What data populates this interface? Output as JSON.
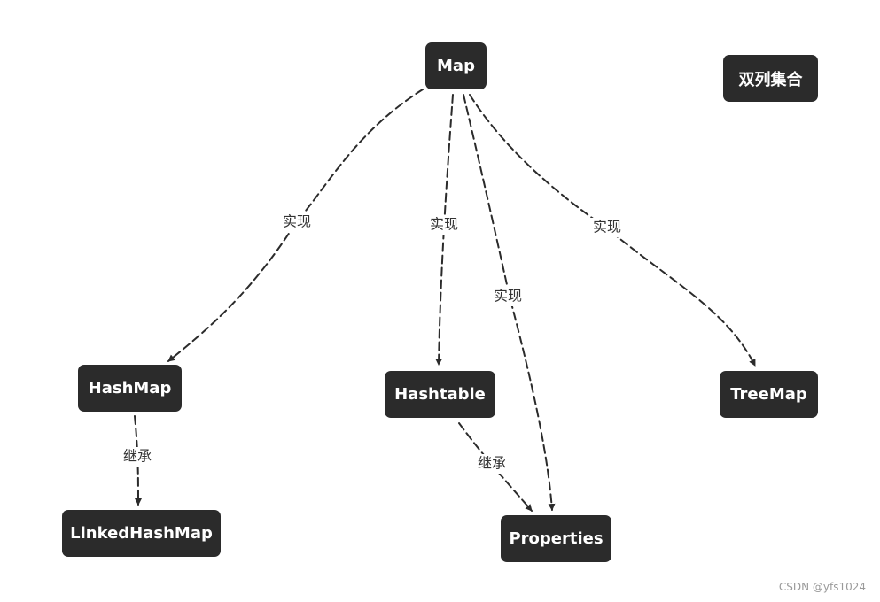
{
  "diagram": {
    "nodes": {
      "map": "Map",
      "title": "双列集合",
      "hashmap": "HashMap",
      "hashtable": "Hashtable",
      "treemap": "TreeMap",
      "linkedhashmap": "LinkedHashMap",
      "properties": "Properties"
    },
    "edges": [
      {
        "from": "Map",
        "to": "HashMap",
        "label": "实现"
      },
      {
        "from": "Map",
        "to": "Hashtable",
        "label": "实现"
      },
      {
        "from": "Map",
        "to": "Properties",
        "label": "实现"
      },
      {
        "from": "Map",
        "to": "TreeMap",
        "label": "实现"
      },
      {
        "from": "HashMap",
        "to": "LinkedHashMap",
        "label": "继承"
      },
      {
        "from": "Hashtable",
        "to": "Properties",
        "label": "继承"
      }
    ],
    "colors": {
      "node_fill": "#2b2b2b",
      "node_text": "#ffffff",
      "edge": "#2b2b2b"
    }
  },
  "watermark": "CSDN @yfs1024"
}
